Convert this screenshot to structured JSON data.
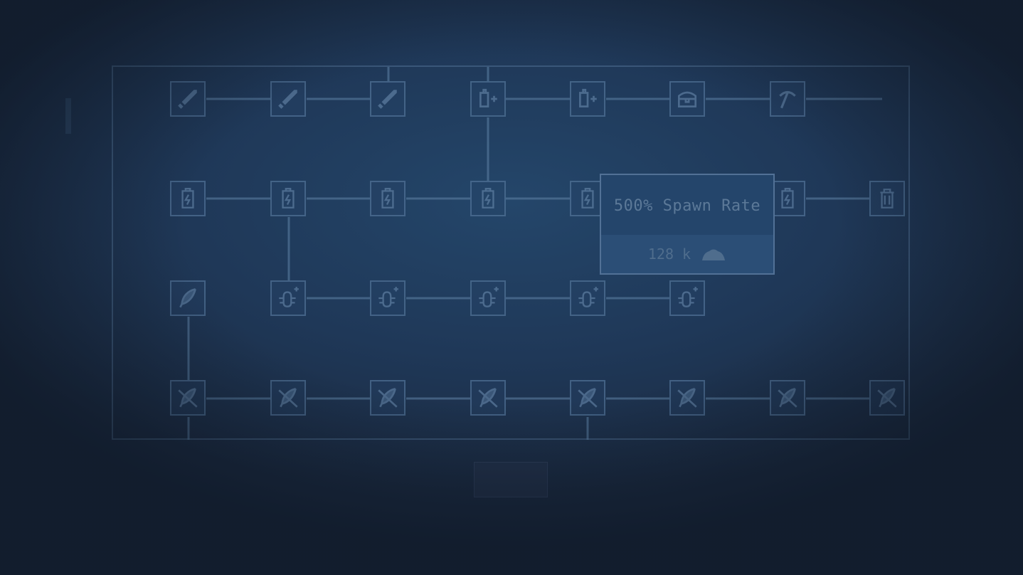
{
  "tooltip": {
    "title": "500% Spawn Rate",
    "cost": "128 k",
    "cost_icon": "resource-pile-icon"
  },
  "grid": {
    "rows": [
      [
        "sword",
        "sword",
        "sword",
        "drink-plus",
        "drink-plus",
        "treasure-chest",
        "pickaxe"
      ],
      [
        "battery",
        "battery",
        "battery",
        "battery",
        "battery",
        null,
        null,
        "battery",
        "trash-bin"
      ],
      [
        "feather",
        "bug-plus",
        "bug-plus",
        "bug-plus",
        "bug-plus",
        "bug-plus"
      ],
      [
        "feather-slash",
        "feather-slash",
        "feather-slash",
        "feather-slash",
        "feather-slash",
        "feather-slash",
        "feather-slash",
        "feather-slash"
      ]
    ]
  },
  "colors": {
    "background": "#1b2a40",
    "board_line": "#4f6f92",
    "tooltip_bg": "#24456b",
    "tooltip_text": "#5c7998"
  }
}
